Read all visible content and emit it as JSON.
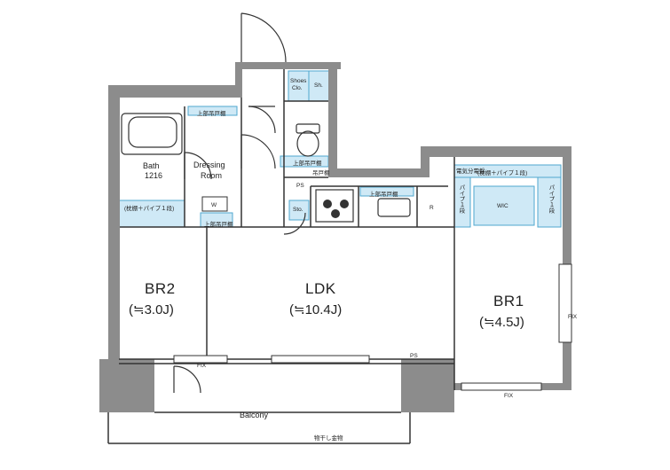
{
  "rooms": {
    "bath_name": "Bath",
    "bath_size": "1216",
    "dressing": "Dressing",
    "dressing2": "Room",
    "br2_name": "BR2",
    "br2_area": "(≒3.0J)",
    "ldk_name": "LDK",
    "ldk_area": "(≒10.4J)",
    "br1_name": "BR1",
    "br1_area": "(≒4.5J)",
    "balcony": "Balcony"
  },
  "fixtures": {
    "shoes": "Shoes",
    "shoes2": "Clo.",
    "sh": "Sh.",
    "ps_upper": "PS",
    "sto": "Sto.",
    "r": "R",
    "ps_lower": "PS",
    "wic": "WIC",
    "w": "W",
    "fix_left": "FIX",
    "fix_br1": "FIX",
    "fix_right": "FIX",
    "shelf_left": "(枕棚＋パイプ１段)",
    "shelf_br1": "(枕棚＋パイプ１段)",
    "pipe_a": "パイプ１段",
    "pipe_b": "パイプ１段",
    "kitchen_top": "上部吊戸棚",
    "upper_shelf1": "上部吊戸棚",
    "upper_shelf2": "上部吊戸棚",
    "washer_top": "上部吊戸棚",
    "meter": "電気分電盤",
    "drying": "物干し金物",
    "misc_small": "吊戸棚"
  },
  "colors": {
    "wall": "#8c8c8c",
    "storage": "#cfe9f6",
    "storage_stroke": "#4fa7cf",
    "line": "#333333"
  }
}
